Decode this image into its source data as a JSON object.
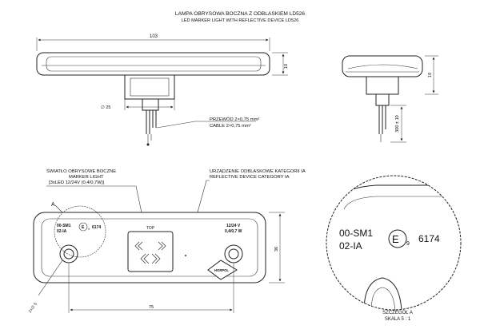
{
  "title": {
    "pl": "LAMPA OBRYSOWA BOCZNA Z ODBLASKIEM LD526",
    "en": "LED MARKER LIGHT WITH REFLECTIVE DEVICE LD526"
  },
  "dimensions": {
    "length": "103",
    "height": "10",
    "diameter": "∅ 25",
    "side_height": "19",
    "wire_length": "300 ± 10",
    "inner_width": "36",
    "hole_distance": "75",
    "hole_dia": "2×∅ 5"
  },
  "cable_note": {
    "pl": "PRZEWÓD 2×0,75 mm²",
    "en": "CABLE 2×0,75 mm²"
  },
  "label_light": {
    "line1": "ŚWIATŁO OBRYSOWE BOCZNE",
    "line2": "MARKER LIGHT",
    "line3": "[3xLED 12/24V (0,4/0,7W)]"
  },
  "label_reflector": {
    "line1": "URZĄDZENIE ODBLASKOWE KATEGORII IA",
    "line2": "REFLECTIVE DEVICE CATEGORY IA"
  },
  "lamp_marks": {
    "code1": "00-SM1",
    "code2": "02-IA",
    "e_mark": "E",
    "e_number": "9",
    "approval": "6174",
    "top": "TOP",
    "voltage": "12/24 V",
    "power": "0,4/0,7 W",
    "brand": "HORPOL"
  },
  "detail": {
    "marker": "A",
    "code1": "00-SM1",
    "code2": "02-IA",
    "e_mark": "E",
    "e_number": "9",
    "approval": "6174",
    "caption1": "SZCZEGÓŁ A",
    "caption2": "SKALA 5 : 1"
  }
}
